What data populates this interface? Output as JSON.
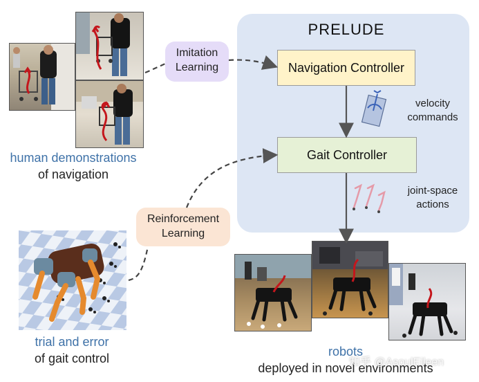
{
  "framework": {
    "title": "PRELUDE",
    "navigation_controller": "Navigation Controller",
    "gait_controller": "Gait Controller",
    "velocity_commands": [
      "velocity",
      "commands"
    ],
    "joint_space_actions": [
      "joint-space",
      "actions"
    ]
  },
  "learning": {
    "imitation": [
      "Imitation",
      "Learning"
    ],
    "reinforcement": [
      "Reinforcement",
      "Learning"
    ]
  },
  "captions": {
    "human": {
      "highlight": "human demonstrations",
      "rest": "of navigation"
    },
    "trial": {
      "highlight": "trial and error",
      "rest": "of gait control"
    },
    "robots": {
      "highlight": "robots",
      "rest": "deployed in novel environments"
    }
  },
  "watermark": "知乎 @AsoulEileen",
  "colors": {
    "panel": "#dde6f4",
    "navigation_box": "#fff3c9",
    "gait_box": "#e6f1d6",
    "imitation_pill": "#e5dcf8",
    "reinforcement_pill": "#fbe5d4",
    "caption_highlight": "#3f72a8",
    "robot_body": "#5a2e1c",
    "robot_leg": "#e58a2e",
    "trajectory": "#c4161c"
  },
  "icons": [
    "velocity-arrow-icon",
    "joint-actions-icon",
    "footprint-icon"
  ]
}
